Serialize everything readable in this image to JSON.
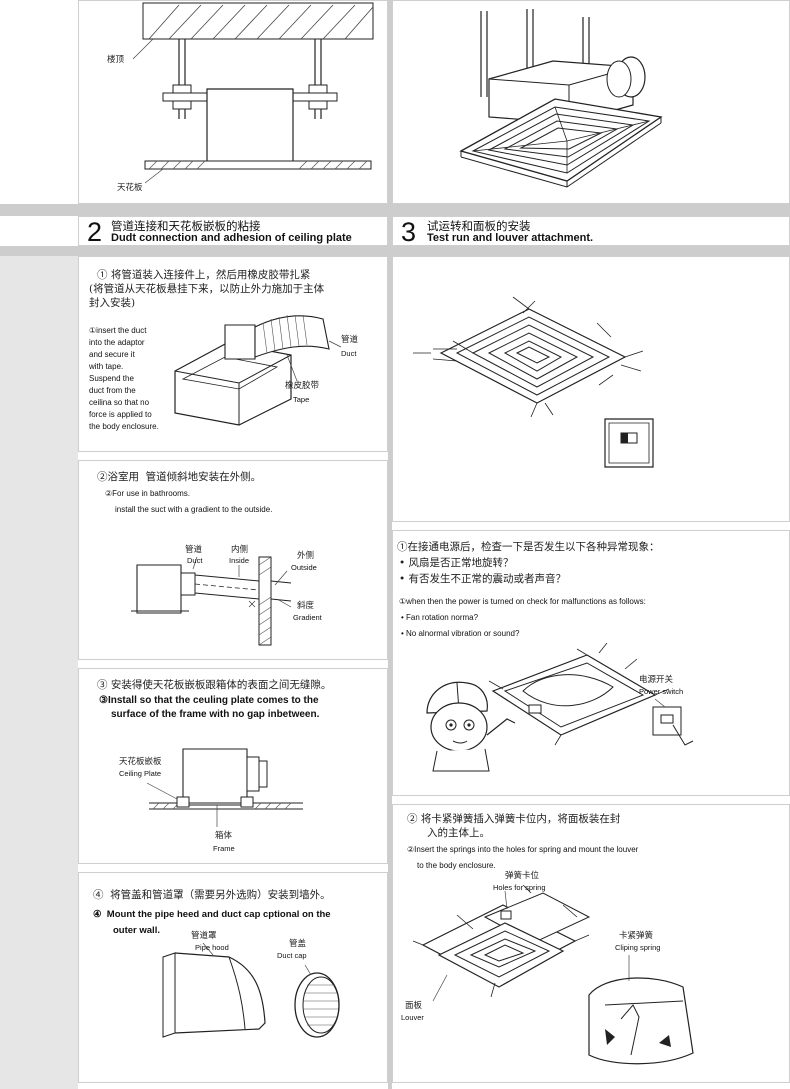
{
  "step1_left": {
    "label_ceiling_top": "楼顶",
    "label_ceiling_board": "天花板"
  },
  "step2_header": {
    "number": "2",
    "title_cn": "管道连接和天花板嵌板的粘接",
    "title_en": "Dudt connection and adhesion of ceiling plate"
  },
  "step3_header": {
    "number": "3",
    "title_cn": "试运转和面板的安装",
    "title_en": "Test run and louver attachment."
  },
  "panel_duct": {
    "cn_line1": "① 将管道装入连接件上，然后用橡皮胶带扎紧",
    "cn_line2": "(将管道从天花板悬挂下来，以防止外力施加于主体",
    "cn_line3": "封入安装)",
    "en_lines": [
      "①insert the duct",
      "into the adaptor",
      "and secure it",
      "with tape.",
      "Suspend the",
      "duct from the",
      "ceilina so that no",
      "force is applied to",
      "the body enclosure."
    ],
    "label_duct_cn": "管道",
    "label_duct_en": "Duct",
    "label_tape_cn": "橡皮胶带",
    "label_tape_en": "Tape"
  },
  "panel_bathroom": {
    "cn": "②浴室用  管道倾斜地安装在外侧。",
    "en_line1": "②For use in bathrooms.",
    "en_line2": "install the suct with a gradient to the outside.",
    "label_duct_cn": "管道",
    "label_duct_en": "Duct",
    "label_inside_cn": "内侧",
    "label_inside_en": "Inside",
    "label_outside_cn": "外侧",
    "label_outside_en": "Outside",
    "label_gradient_cn": "斜度",
    "label_gradient_en": "Gradient"
  },
  "panel_ceiling_plate": {
    "cn": "③ 安装得使天花板嵌板跟箱体的表面之间无缝隙。",
    "en_line1": "③Install so that the ceuling plate comes to the",
    "en_line2": "surface of the frame with no gap inbetween.",
    "label_plate_cn": "天花板嵌板",
    "label_plate_en": "Ceiling Plate",
    "label_frame_cn": "箱体",
    "label_frame_en": "Frame"
  },
  "panel_pipe_hood": {
    "cn": "④  将管盖和管道罩（需要另外选购）安装到墙外。",
    "en_line1": "④  Mount the pipe heed and duct cap cptional on the",
    "en_line2": "outer wall.",
    "label_hood_cn": "管道罩",
    "label_hood_en": "Pipe hood",
    "label_cap_cn": "管盖",
    "label_cap_en": "Duct cap"
  },
  "panel_check": {
    "cn_line1": "①在接通电源后，检查一下是否发生以下各种异常现象：",
    "cn_line2": "• 风扇是否正常地旋转？",
    "cn_line3": "• 有否发生不正常的震动或者声音？",
    "en_line1": "①when then the power is turned on check for malfunctions as follows:",
    "en_line2": "• Fan rotation norma?",
    "en_line3": "• No alnormal vibration or sound?",
    "label_switch_cn": "电源开关",
    "label_switch_en": "Power switch"
  },
  "panel_springs": {
    "cn_line1": "② 将卡紧弹簧插入弹簧卡位内，将面板装在封",
    "cn_line2": "入的主体上。",
    "en_line1": "②Insert the springs into the holes for spring and mount the louver",
    "en_line2": "to the body enclosure.",
    "label_holes_cn": "弹簧卡位",
    "label_holes_en": "Holes for spring",
    "label_clip_cn": "卡紧弹簧",
    "label_clip_en": "Cliping spring",
    "label_louver_cn": "面板",
    "label_louver_en": "Louver"
  }
}
